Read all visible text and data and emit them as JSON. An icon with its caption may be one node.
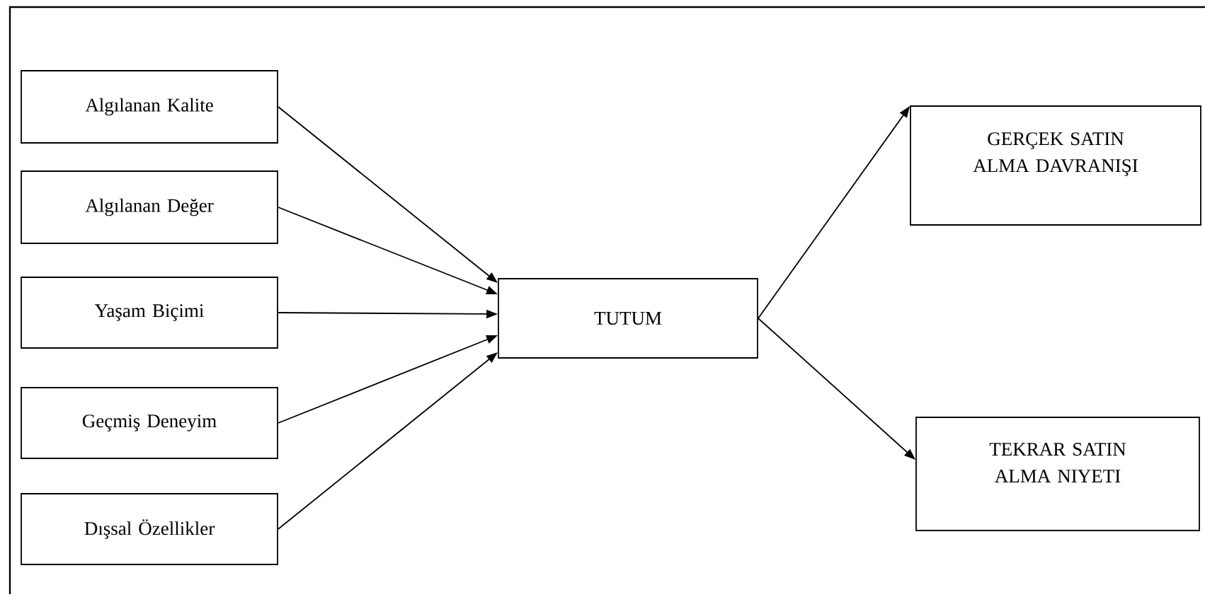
{
  "diagram": {
    "nodes": [
      {
        "text": [
          "Algılanan Kalite"
        ]
      },
      {
        "text": [
          "Algılanan Değer"
        ]
      },
      {
        "text": [
          "Yaşam Biçimi"
        ]
      },
      {
        "text": [
          "Geçmiş Deneyim"
        ]
      },
      {
        "text": [
          "Dışsal Özellikler"
        ]
      },
      {
        "text": [
          "TUTUM"
        ]
      },
      {
        "text": [
          "GERÇEK SATIN ALMA DAVRANIŞI"
        ]
      },
      {
        "text": [
          "TEKRAR SATIN ALMA NIYETI"
        ]
      }
    ],
    "edges": [
      {
        "from": 0,
        "to": 5,
        "arrow": "to"
      },
      {
        "from": 1,
        "to": 5,
        "arrow": "to"
      },
      {
        "from": 2,
        "to": 5,
        "arrow": "to"
      },
      {
        "from": 3,
        "to": 5,
        "arrow": "to"
      },
      {
        "from": 4,
        "to": 5,
        "arrow": "to"
      },
      {
        "from": 5,
        "to": 6,
        "arrow": "to"
      },
      {
        "from": 5,
        "to": 7,
        "arrow": "to"
      }
    ]
  }
}
